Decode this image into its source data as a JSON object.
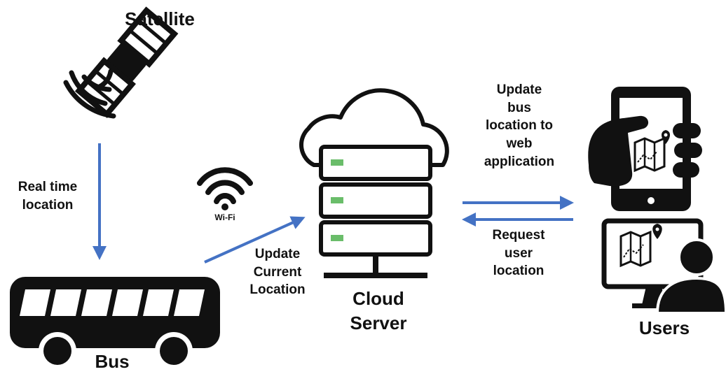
{
  "nodes": {
    "satellite": {
      "label": "Satellite"
    },
    "bus": {
      "label": "Bus"
    },
    "cloud_server": {
      "line1": "Cloud",
      "line2": "Server"
    },
    "users": {
      "label": "Users"
    },
    "wifi": {
      "label": "Wi-Fi"
    }
  },
  "edges": {
    "satellite_to_bus": {
      "line1": "Real time",
      "line2": "location"
    },
    "bus_to_server": {
      "line1": "Update",
      "line2": "Current",
      "line3": "Location"
    },
    "server_to_users": {
      "line1": "Update",
      "line2": "bus",
      "line3": "location to",
      "line4": "web",
      "line5": "application"
    },
    "users_to_server": {
      "line1": "Request",
      "line2": "user",
      "line3": "location"
    }
  },
  "colors": {
    "arrow": "#4472c4",
    "icon": "#111111",
    "server_led": "#6abd6a",
    "background": "#ffffff"
  },
  "icons": [
    "satellite-icon",
    "wifi-icon",
    "bus-icon",
    "cloud-server-icon",
    "smartphone-map-icon",
    "user-monitor-map-icon"
  ]
}
